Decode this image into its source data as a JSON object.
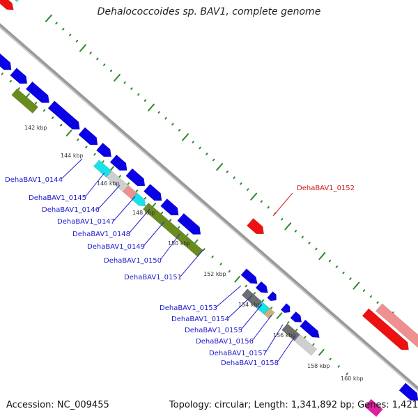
{
  "title": "Dehalococcoides sp. BAV1, complete genome",
  "footer": {
    "accession": "Accession: NC_009455",
    "topology": "Topology: circular; Length: 1,341,892 bp; Genes: 1,421"
  },
  "colors": {
    "backbone": "#9a9a9a",
    "ticks": "#2a8a2a",
    "label_blue": "#1a1acc",
    "label_red": "#cc1111",
    "leader_blue": "#2222cc",
    "leader_red": "#cc2222"
  },
  "kbp_labels": [
    {
      "text": "142 kbp"
    },
    {
      "text": "144 kbp"
    },
    {
      "text": "146 kbp"
    },
    {
      "text": "148 kbp"
    },
    {
      "text": "150 kbp"
    },
    {
      "text": "152 kbp"
    },
    {
      "text": "154 kbp"
    },
    {
      "text": "156 kbp"
    },
    {
      "text": "158 kbp"
    },
    {
      "text": "160 kbp"
    }
  ],
  "gene_labels": [
    {
      "text": "DehaBAV1_0144",
      "color": "blue"
    },
    {
      "text": "DehaBAV1_0145",
      "color": "blue"
    },
    {
      "text": "DehaBAV1_0146",
      "color": "blue"
    },
    {
      "text": "DehaBAV1_0147",
      "color": "blue"
    },
    {
      "text": "DehaBAV1_0148",
      "color": "blue"
    },
    {
      "text": "DehaBAV1_0149",
      "color": "blue"
    },
    {
      "text": "DehaBAV1_0150",
      "color": "blue"
    },
    {
      "text": "DehaBAV1_0151",
      "color": "blue"
    },
    {
      "text": "DehaBAV1_0152",
      "color": "red"
    },
    {
      "text": "DehaBAV1_0153",
      "color": "blue"
    },
    {
      "text": "DehaBAV1_0154",
      "color": "blue"
    },
    {
      "text": "DehaBAV1_0155",
      "color": "blue"
    },
    {
      "text": "DehaBAV1_0156",
      "color": "blue"
    },
    {
      "text": "DehaBAV1_0157",
      "color": "blue"
    },
    {
      "text": "DehaBAV1_0158",
      "color": "blue"
    }
  ],
  "feature_colors": {
    "cds": "#0a00e6",
    "rna": "#ee1111",
    "gray": "#6e6e6e",
    "light_gray": "#cfcfcf",
    "olive": "#6a8c1e",
    "cyan": "#19e2e6",
    "pink": "#ef8f8f",
    "steel": "#4a7fb5",
    "tan": "#c8b27a",
    "magenta": "#e01ea0"
  }
}
